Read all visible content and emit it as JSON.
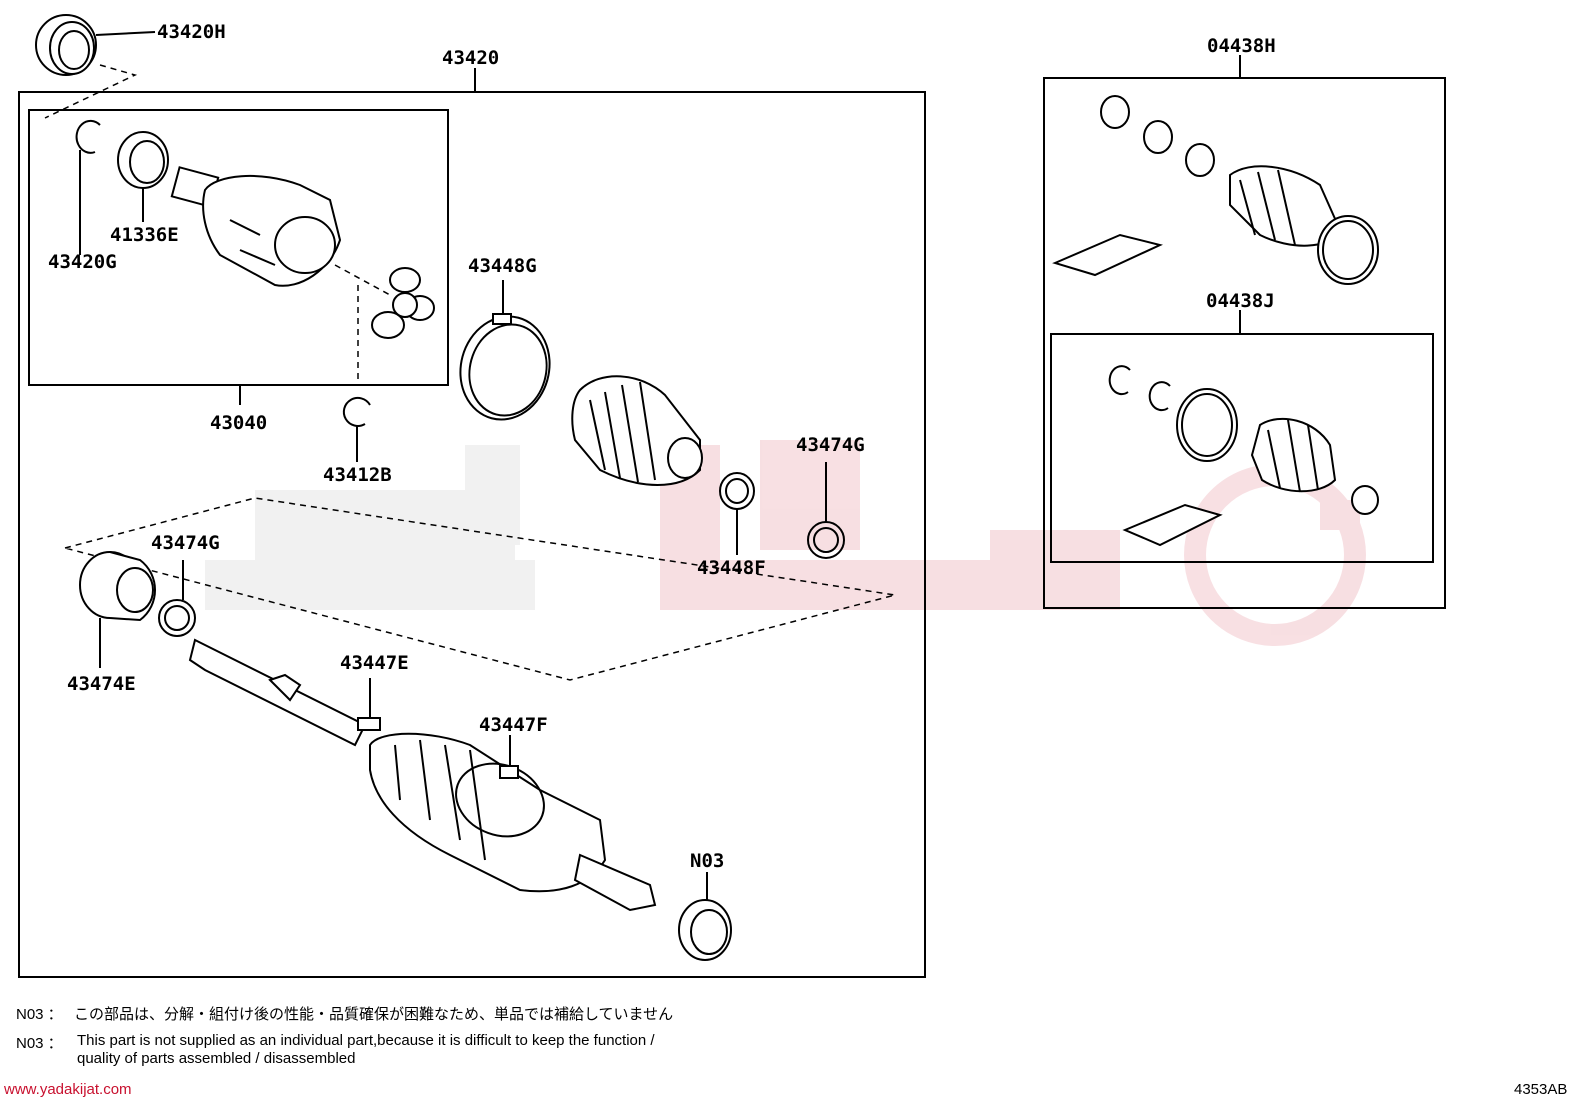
{
  "labels": {
    "p43420H": "43420H",
    "p43420": "43420",
    "p04438H": "04438H",
    "p04438J": "04438J",
    "p41336E": "41336E",
    "p43420G": "43420G",
    "p43448G": "43448G",
    "p43040": "43040",
    "p43412B": "43412B",
    "p43474G_a": "43474G",
    "p43474G_b": "43474G",
    "p43448F": "43448F",
    "p43474E": "43474E",
    "p43447E": "43447E",
    "p43447F": "43447F",
    "pN03": "N03"
  },
  "notes": {
    "jp_code": "N03 ：",
    "jp_text": "この部品は、分解・組付け後の性能・品質確保が困難なため、単品では補給していません",
    "en_code": "N03 ：",
    "en_line1": "This part is not supplied as an individual part,because it is difficult to keep the function /",
    "en_line2": "quality of parts assembled / disassembled"
  },
  "footer": {
    "watermark_url": "www.yadakijat.com",
    "figure_code": "4353AB"
  },
  "colors": {
    "line": "#000000",
    "watermark": "#e8c4c8",
    "watermark_gray": "#e6e6e6"
  }
}
